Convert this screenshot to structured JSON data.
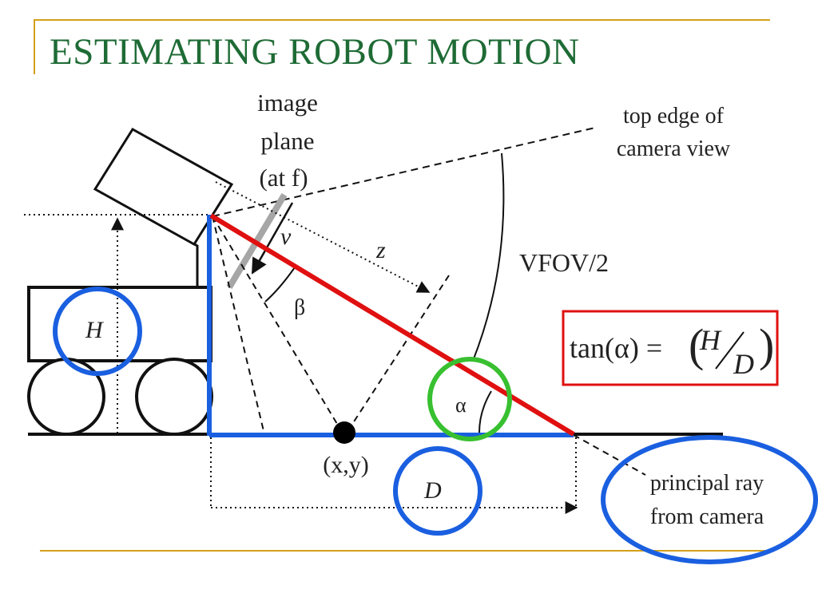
{
  "slide": {
    "title": "ESTIMATING ROBOT MOTION"
  },
  "diagram": {
    "image_plane_lines": [
      "image",
      "plane",
      "(at f)"
    ],
    "top_edge_lines": [
      "top edge of",
      "camera view"
    ],
    "vfov_label": "VFOV/2",
    "v_label": "v",
    "z_label": "z",
    "beta_label": "β",
    "alpha_label": "α",
    "h_label": "H",
    "d_label": "D",
    "point_label": "(x,y)",
    "principal_ray_lines": [
      "principal ray",
      "from camera"
    ],
    "formula": {
      "lhs": "tan(α) =",
      "numerator": "H",
      "denominator": "D"
    }
  },
  "colors": {
    "title": "#1e6b35",
    "rule": "#d4a017",
    "highlight_blue": "#1a5fe0",
    "ray_red": "#e01010",
    "alpha_circle": "#38c030",
    "formula_box": "#e01010"
  }
}
